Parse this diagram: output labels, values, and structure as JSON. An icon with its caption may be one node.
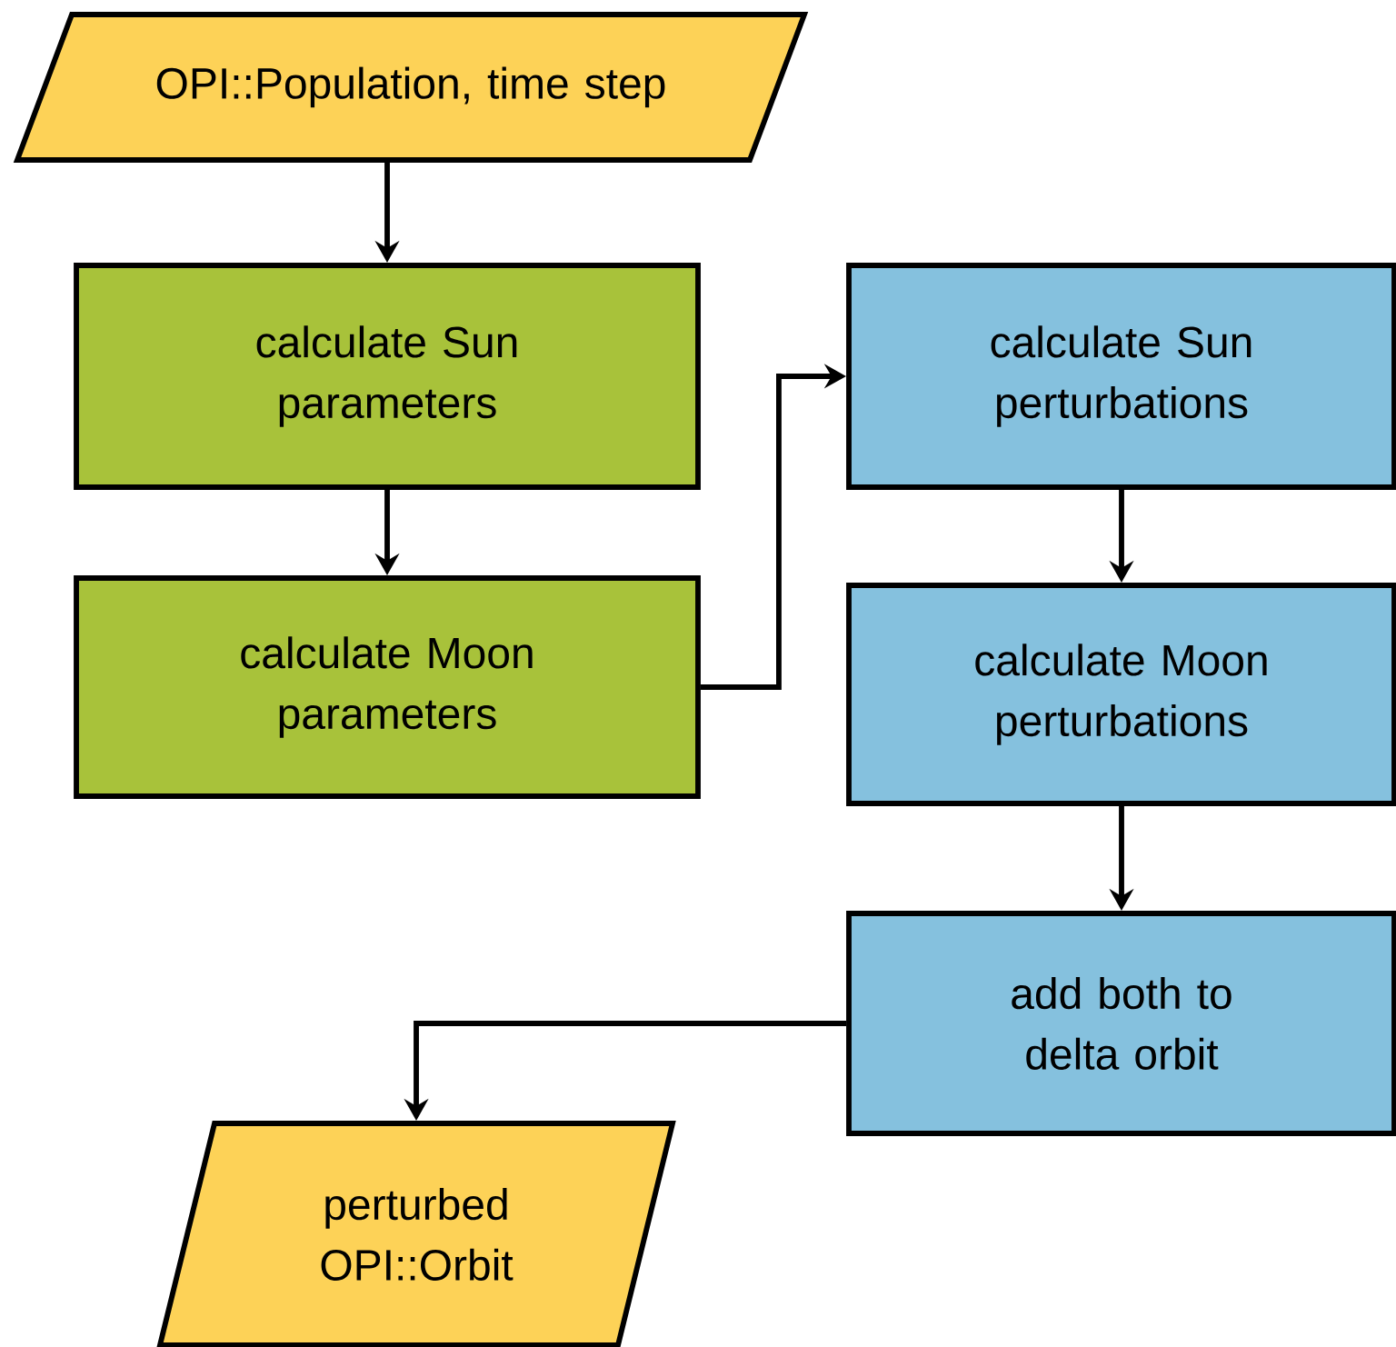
{
  "diagram": {
    "nodes": [
      {
        "text": [
          "OPI::Population, time step"
        ]
      },
      {
        "text": [
          "calculate Sun parameters"
        ]
      },
      {
        "text": [
          "calculate Moon parameters"
        ]
      },
      {
        "text": [
          "calculate Sun perturbations"
        ]
      },
      {
        "text": [
          "calculate Moon perturbations"
        ]
      },
      {
        "text": [
          "add both to delta orbit"
        ]
      },
      {
        "text": [
          "perturbed OPI::Orbit"
        ]
      }
    ],
    "edges": [
      {
        "from": 0,
        "to": 1,
        "arrow": "to"
      },
      {
        "from": 1,
        "to": 2,
        "arrow": "to"
      },
      {
        "from": 2,
        "to": 3,
        "arrow": "to"
      },
      {
        "from": 3,
        "to": 4,
        "arrow": "to"
      },
      {
        "from": 4,
        "to": 5,
        "arrow": "to"
      },
      {
        "from": 5,
        "to": 6,
        "arrow": "to"
      }
    ]
  }
}
